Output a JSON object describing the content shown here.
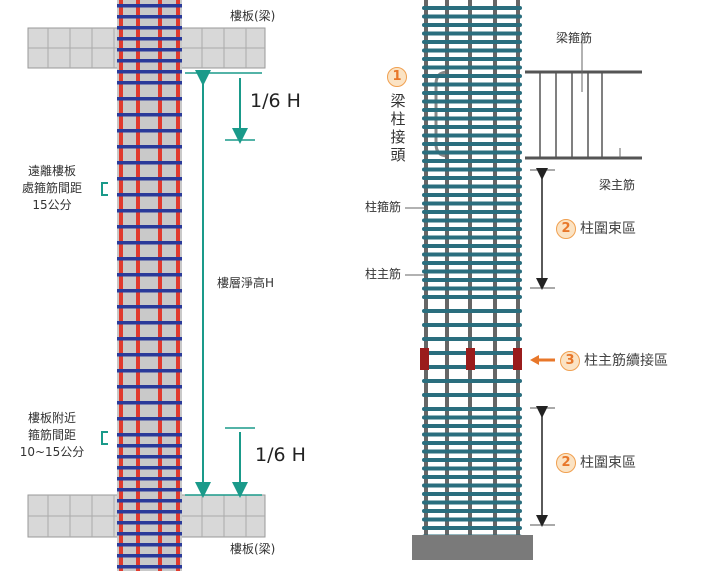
{
  "left": {
    "slab_top_label": "樓板(梁)",
    "slab_bottom_label": "樓板(梁)",
    "sixth_top": "1/6 H",
    "sixth_bottom": "1/6 H",
    "clear_height": "樓層淨高H",
    "far_spacing": [
      "遠離樓板",
      "處箍筋間距",
      "15公分"
    ],
    "near_spacing": [
      "樓板附近",
      "箍筋間距",
      "10~15公分"
    ]
  },
  "right": {
    "joint_num": "1",
    "joint_label": [
      "梁",
      "柱",
      "接",
      "頭"
    ],
    "beam_stirrup": "梁箍筋",
    "beam_main": "梁主筋",
    "col_stirrup": "柱箍筋",
    "col_main": "柱主筋",
    "zone2_num": "2",
    "zone2_label": "柱圍束區",
    "zone3_num": "3",
    "zone3_label": "柱主筋續接區",
    "zone2b_num": "2",
    "zone2b_label": "柱圍束區"
  },
  "colors": {
    "teal": "#1a9a8a",
    "red": "#e03a2e",
    "blue": "#2a3a9a",
    "rebar": "#2a6e7e",
    "orange": "#e8772a"
  }
}
